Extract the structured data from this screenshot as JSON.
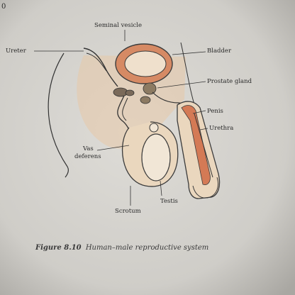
{
  "page_corner_mark": "0",
  "labels": {
    "seminal_vesicle": "Seminal vesicle",
    "ureter": "Ureter",
    "bladder": "Bladder",
    "prostate_gland": "Prostate gland",
    "penis": "Penis",
    "urethra": "Urethra",
    "vas_deferens_line1": "Vas",
    "vas_deferens_line2": "deferens",
    "testis": "Testis",
    "scrotum": "Scrotum"
  },
  "caption": {
    "figure_number": "Figure 8.10",
    "title": "Human–male reproductive system"
  },
  "colors": {
    "paper": "#d6d4cf",
    "tissue_tint": "#e8c9a8",
    "erectile_tissue": "#d98a63",
    "outline": "#3b3b3b"
  }
}
